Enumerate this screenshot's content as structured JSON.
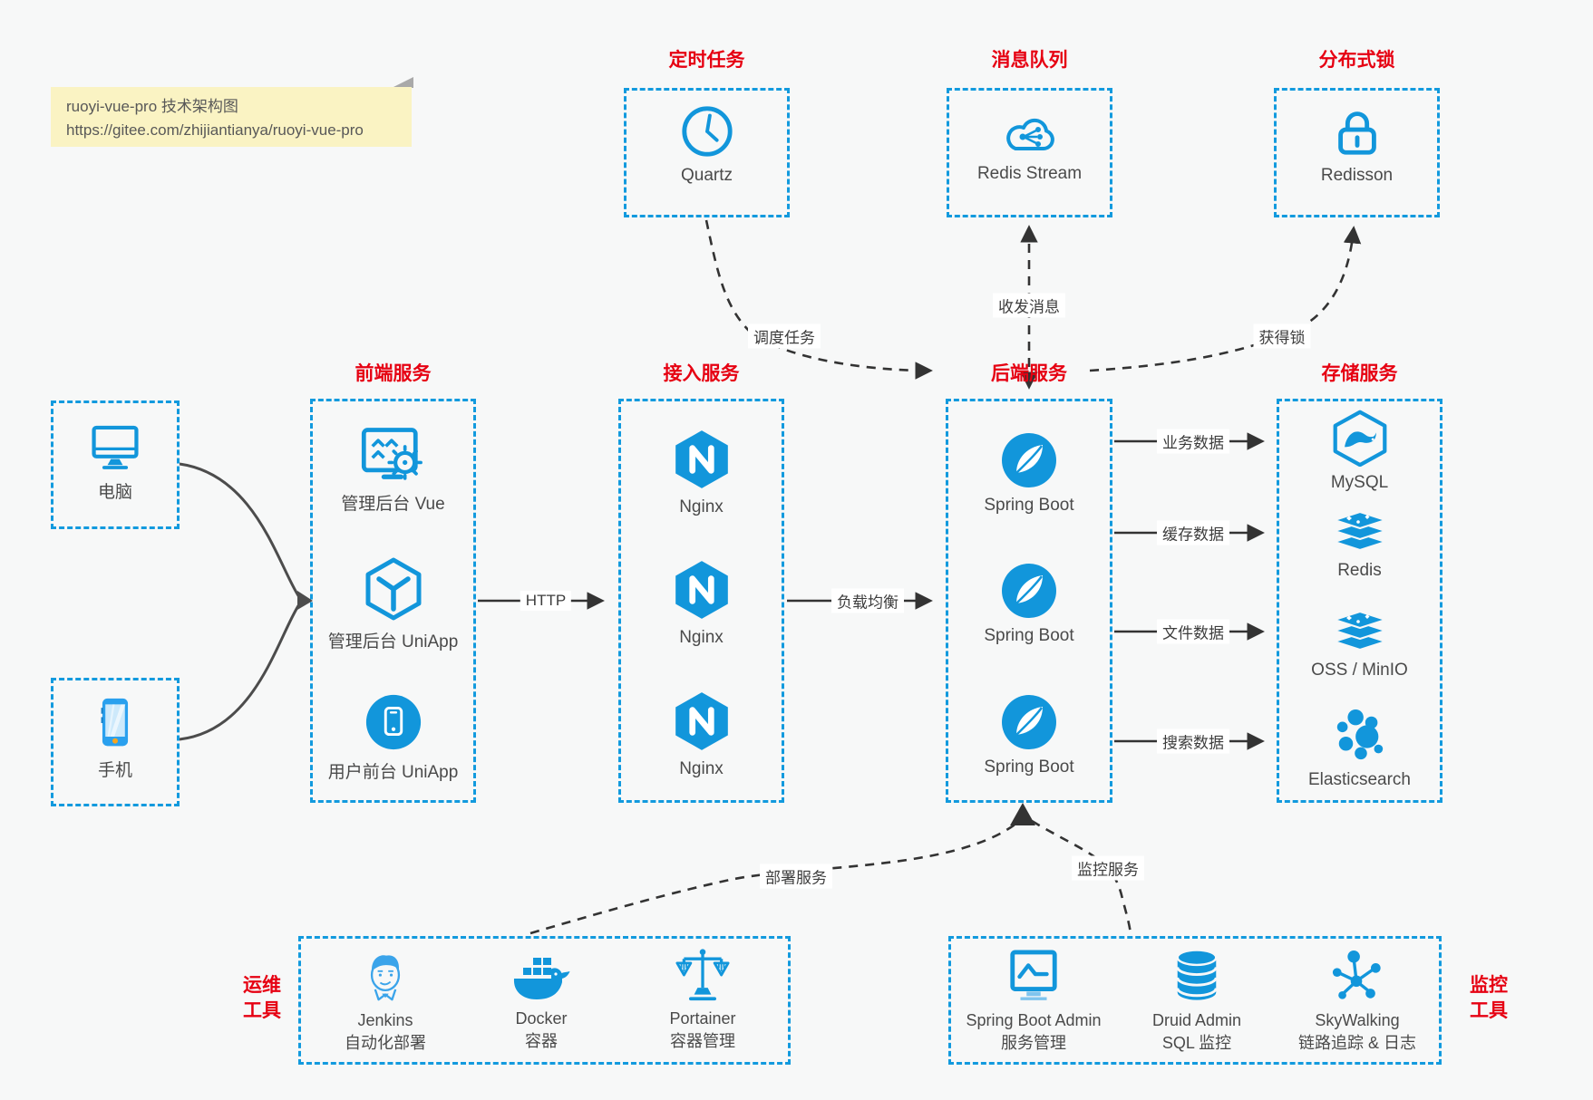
{
  "note": {
    "title": "ruoyi-vue-pro 技术架构图",
    "url": "https://gitee.com/zhijiantianya/ruoyi-vue-pro"
  },
  "colors": {
    "accent_blue": "#129ade",
    "icon_blue": "#1296db",
    "title_red": "#e60012",
    "arrow_dark": "#333333",
    "note_bg": "#faf3c3"
  },
  "clients": [
    {
      "icon": "desktop-icon",
      "label": "电脑"
    },
    {
      "icon": "phone-icon",
      "label": "手机"
    }
  ],
  "top_groups": [
    {
      "title": "定时任务",
      "item": {
        "icon": "clock-icon",
        "label": "Quartz"
      }
    },
    {
      "title": "消息队列",
      "item": {
        "icon": "message-cloud-icon",
        "label": "Redis Stream"
      }
    },
    {
      "title": "分布式锁",
      "item": {
        "icon": "lock-icon",
        "label": "Redisson"
      }
    }
  ],
  "columns": [
    {
      "title": "前端服务",
      "items": [
        {
          "icon": "admin-vue-icon",
          "label": "管理后台 Vue"
        },
        {
          "icon": "uniapp-icon",
          "label": "管理后台 UniApp"
        },
        {
          "icon": "user-app-icon",
          "label": "用户前台 UniApp"
        }
      ]
    },
    {
      "title": "接入服务",
      "items": [
        {
          "icon": "nginx-icon",
          "label": "Nginx"
        },
        {
          "icon": "nginx-icon",
          "label": "Nginx"
        },
        {
          "icon": "nginx-icon",
          "label": "Nginx"
        }
      ]
    },
    {
      "title": "后端服务",
      "items": [
        {
          "icon": "spring-boot-icon",
          "label": "Spring Boot"
        },
        {
          "icon": "spring-boot-icon",
          "label": "Spring Boot"
        },
        {
          "icon": "spring-boot-icon",
          "label": "Spring Boot"
        }
      ]
    },
    {
      "title": "存储服务",
      "items": [
        {
          "icon": "mysql-icon",
          "label": "MySQL"
        },
        {
          "icon": "redis-icon",
          "label": "Redis"
        },
        {
          "icon": "oss-icon",
          "label": "OSS / MinIO"
        },
        {
          "icon": "elasticsearch-icon",
          "label": "Elasticsearch"
        }
      ]
    }
  ],
  "bottom_groups": {
    "ops": {
      "label_line1": "运维",
      "label_line2": "工具",
      "items": [
        {
          "icon": "jenkins-icon",
          "label": "Jenkins",
          "sublabel": "自动化部署"
        },
        {
          "icon": "docker-icon",
          "label": "Docker",
          "sublabel": "容器"
        },
        {
          "icon": "portainer-icon",
          "label": "Portainer",
          "sublabel": "容器管理"
        }
      ]
    },
    "monitor": {
      "label_line1": "监控",
      "label_line2": "工具",
      "items": [
        {
          "icon": "spring-boot-admin-icon",
          "label": "Spring Boot Admin",
          "sublabel": "服务管理"
        },
        {
          "icon": "druid-icon",
          "label": "Druid Admin",
          "sublabel": "SQL 监控"
        },
        {
          "icon": "skywalking-icon",
          "label": "SkyWalking",
          "sublabel": "链路追踪 & 日志"
        }
      ]
    }
  },
  "edges": {
    "http": "HTTP",
    "load_balance": "负载均衡",
    "schedule": "调度任务",
    "message": "收发消息",
    "lock": "获得锁",
    "business_data": "业务数据",
    "cache_data": "缓存数据",
    "file_data": "文件数据",
    "search_data": "搜索数据",
    "deploy": "部署服务",
    "monitor": "监控服务"
  }
}
